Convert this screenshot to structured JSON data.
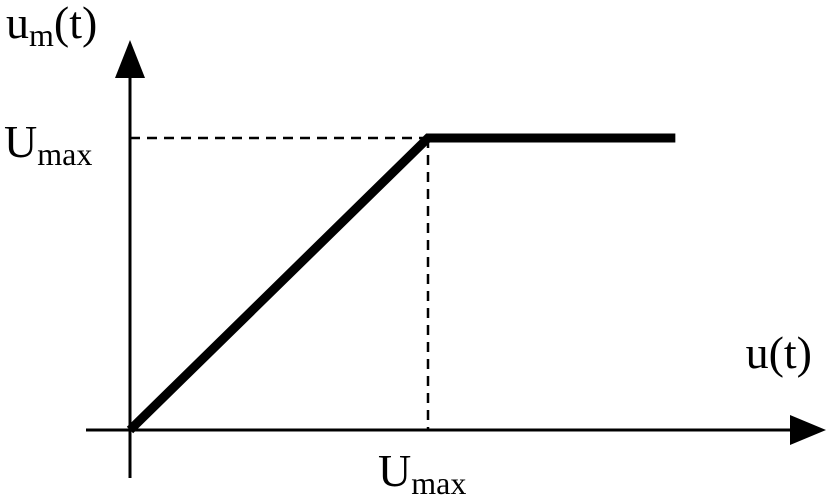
{
  "colors": {
    "background": "#ffffff",
    "ink": "#000000"
  },
  "labels": {
    "y_axis": {
      "main": "u",
      "sub": "m",
      "tail": "(t)"
    },
    "x_axis": {
      "main": "u(t)"
    },
    "y_tick": {
      "main": "U",
      "sub": "max"
    },
    "x_tick": {
      "main": "U",
      "sub": "max"
    }
  },
  "chart_data": {
    "type": "line",
    "series": [
      {
        "x": [
          0,
          1,
          1.83
        ],
        "y": [
          0,
          1,
          1
        ]
      }
    ],
    "guides": {
      "x": 1,
      "y": 1
    },
    "xlim": [
      -0.15,
      2.35
    ],
    "ylim": [
      -0.05,
      1.45
    ]
  }
}
